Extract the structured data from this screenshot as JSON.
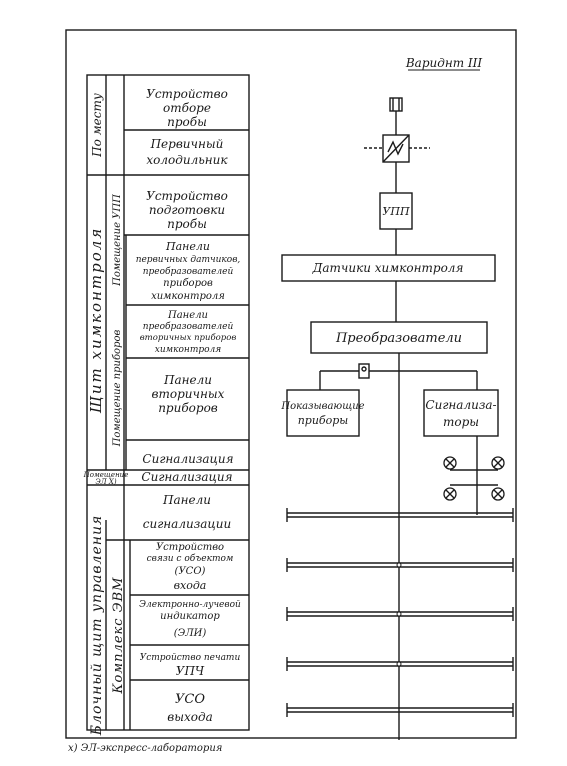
{
  "variant_label": "Вариднт III",
  "left_categories": {
    "po_mestu": "По месту",
    "shchit_khimkontrolya": "Щит химконтроля",
    "pomeshchenie_upp": "Помещение УПП",
    "pomeshchenie_priborov": "Помещение приборов",
    "pomeshchenie_ela_line1": "Помещение",
    "pomeshchenie_ela_line2": "ЭЛ Х)",
    "blochnyi_shchit": "Блочный щит управления",
    "kompleks_evm": "Комплекс ЭВМ"
  },
  "rows": {
    "r1": [
      "Устройство",
      "отборе",
      "пробы"
    ],
    "r2": [
      "Первичный",
      "холодильник"
    ],
    "r3": [
      "Устройство",
      "подготовки",
      "пробы"
    ],
    "r4": [
      "Панели",
      "первичных датчиков,",
      "преобразователей",
      "приборов",
      "химконтроля"
    ],
    "r5": [
      "Панели",
      "преобразователей",
      "вторичных приборов",
      "химконтроля"
    ],
    "r6": [
      "Панели",
      "вторичных",
      "приборов"
    ],
    "r7": [
      "Сигнализация"
    ],
    "r8": [
      "Сигнализация"
    ],
    "r9": [
      "Панели",
      "сигнализации"
    ],
    "r10": [
      "Устройство",
      "связи с объектом",
      "(УСО)",
      "входа"
    ],
    "r11": [
      "Электронно-лучевой",
      "индикатор",
      "(ЭЛИ)"
    ],
    "r12": [
      "Устройство печати",
      "УПЧ"
    ],
    "r13": [
      "УСО",
      "выхода"
    ]
  },
  "diagram": {
    "upp": "УПП",
    "datchiki": "Датчики химконтроля",
    "preobrazovateli": "Преобразователи",
    "pokazyvayushchie_line1": "Показывающие",
    "pokazyvayushchie_line2": "приборы",
    "signalizatory_line1": "Сигнализа-",
    "signalizatory_line2": "торы"
  },
  "footnote": "х) ЭЛ-экспресс-лаборатория"
}
